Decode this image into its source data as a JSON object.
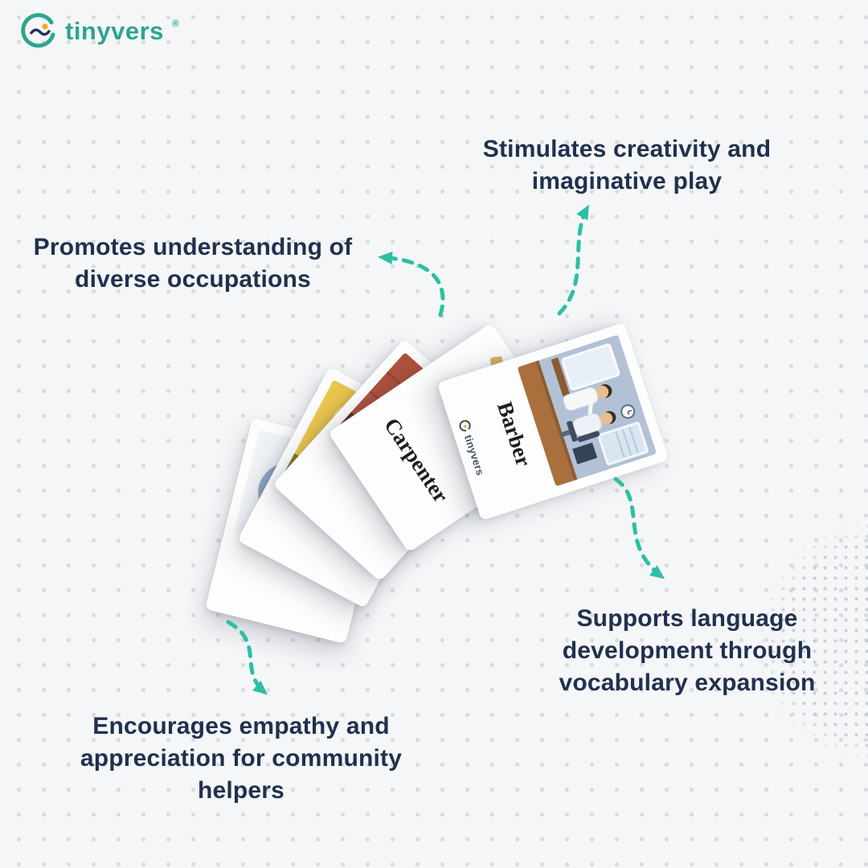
{
  "brand": {
    "name": "tinyvers",
    "registered_mark": "®"
  },
  "benefits": [
    {
      "label": "Stimulates creativity and imaginative play"
    },
    {
      "label": "Promotes understanding of diverse occupations"
    },
    {
      "label": "Supports language development through vocabulary expansion"
    },
    {
      "label": "Encourages empathy and appreciation for community helpers"
    }
  ],
  "flashcards": {
    "front": {
      "title": "Barber",
      "brand": "tinyvers"
    },
    "second": {
      "title": "Carpenter"
    }
  },
  "colors": {
    "arrow_teal": "#2dbfa4",
    "text_navy": "#21304e",
    "logo_teal": "#2ca58f"
  }
}
